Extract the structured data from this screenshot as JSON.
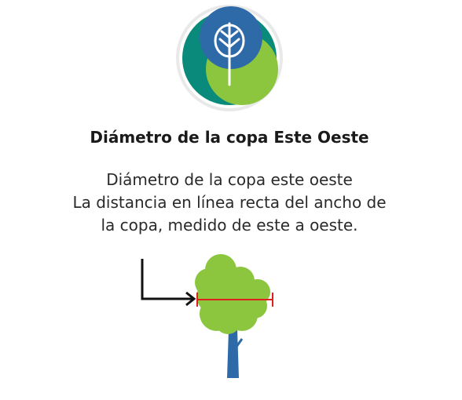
{
  "icons": {
    "logo": "tree-logo-icon",
    "illustration": "tree-crown-diameter-icon",
    "arrow": "elbow-arrow-icon",
    "measure": "diameter-measure-line-icon"
  },
  "colors": {
    "logo_teal": "#0a8a7a",
    "logo_blue": "#2f6aa8",
    "logo_green": "#8cc63f",
    "crown_green": "#8cc63f",
    "trunk_blue": "#2f6aa8",
    "measure_red": "#e02020"
  },
  "header": {
    "title": "Diámetro de la copa Este Oeste"
  },
  "description": {
    "lines": [
      "Diámetro de la copa este oeste",
      "La distancia en línea recta del ancho de",
      "la copa, medido de este a oeste."
    ]
  }
}
